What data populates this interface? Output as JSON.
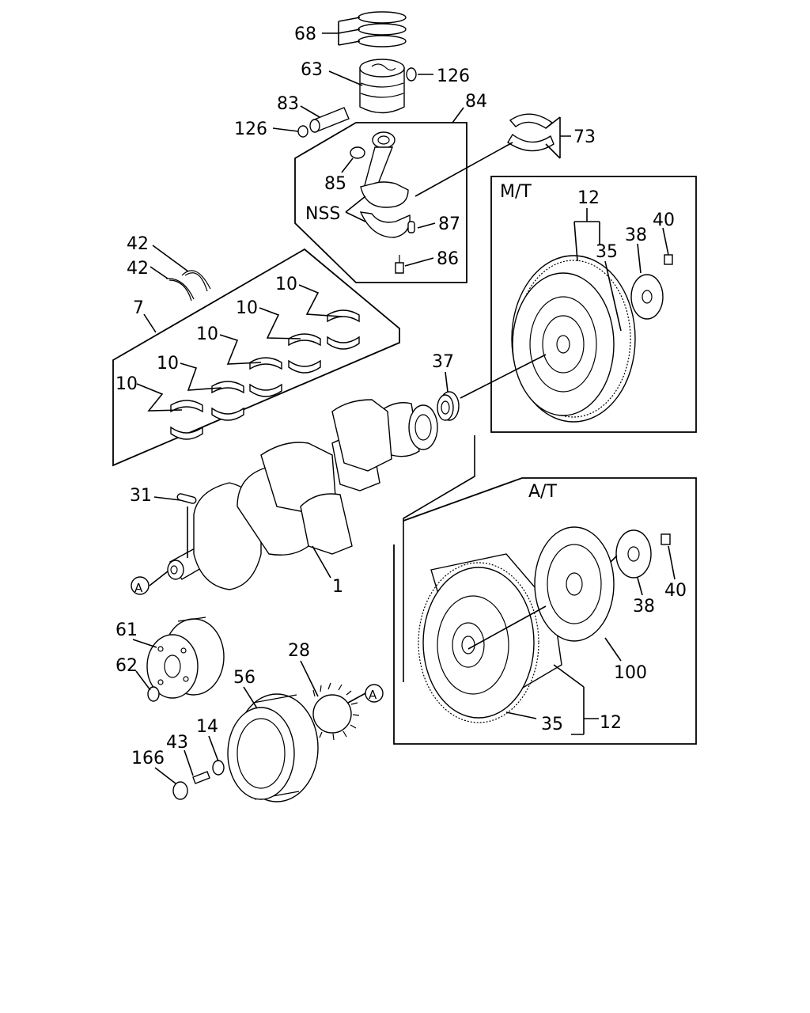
{
  "diagram": {
    "callouts": {
      "c68": "68",
      "c63": "63",
      "c126a": "126",
      "c126b": "126",
      "c83": "83",
      "c84": "84",
      "c73": "73",
      "c85": "85",
      "cNSS": "NSS",
      "c87": "87",
      "c86": "86",
      "c42a": "42",
      "c42b": "42",
      "c7": "7",
      "c10a": "10",
      "c10b": "10",
      "c10c": "10",
      "c10d": "10",
      "c10e": "10",
      "c37": "37",
      "c31": "31",
      "c1": "1",
      "cA1": "A",
      "cA2": "A",
      "c61": "61",
      "c62": "62",
      "c28": "28",
      "c56": "56",
      "c14": "14",
      "c43": "43",
      "c166": "166",
      "c12a": "12",
      "c35a": "35",
      "c38a": "38",
      "c40a": "40",
      "c40b": "40",
      "c38b": "38",
      "c100": "100",
      "c35b": "35",
      "c12b": "12"
    },
    "groups": {
      "manual": "M/T",
      "automatic": "A/T"
    }
  }
}
